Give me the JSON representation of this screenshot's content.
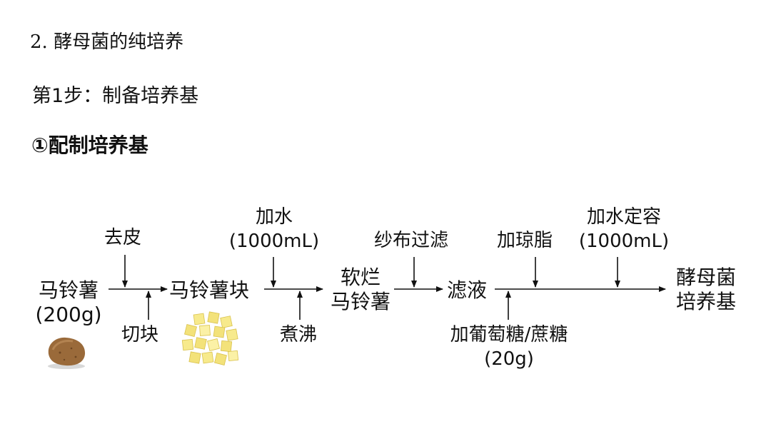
{
  "heading": "2. 酵母菌的纯培养",
  "step": "第1步：制备培养基",
  "substep": "①配制培养基",
  "nodes": {
    "potato": "马铃薯",
    "potato_amount": "(200g)",
    "potato_pieces": "马铃薯块",
    "soft_potato_1": "软烂",
    "soft_potato_2": "马铃薯",
    "filtrate": "滤液",
    "medium_1": "酵母菌",
    "medium_2": "培养基"
  },
  "operations": {
    "peel": "去皮",
    "cut": "切块",
    "add_water": "加水",
    "add_water_volume": "(1000mL)",
    "boil": "煮沸",
    "gauze_filter": "纱布过滤",
    "add_agar": "加琼脂",
    "add_sugar": "加葡萄糖/蔗糖",
    "sugar_amount": "(20g)",
    "top_up": "加水定容",
    "top_up_volume": "(1000mL)"
  },
  "colors": {
    "text": "#111111",
    "arrow": "#111111",
    "potato": "#9a6a3a",
    "cube": "#f3e27a"
  },
  "icons": [
    "potato-icon",
    "potato-cubes-icon"
  ]
}
